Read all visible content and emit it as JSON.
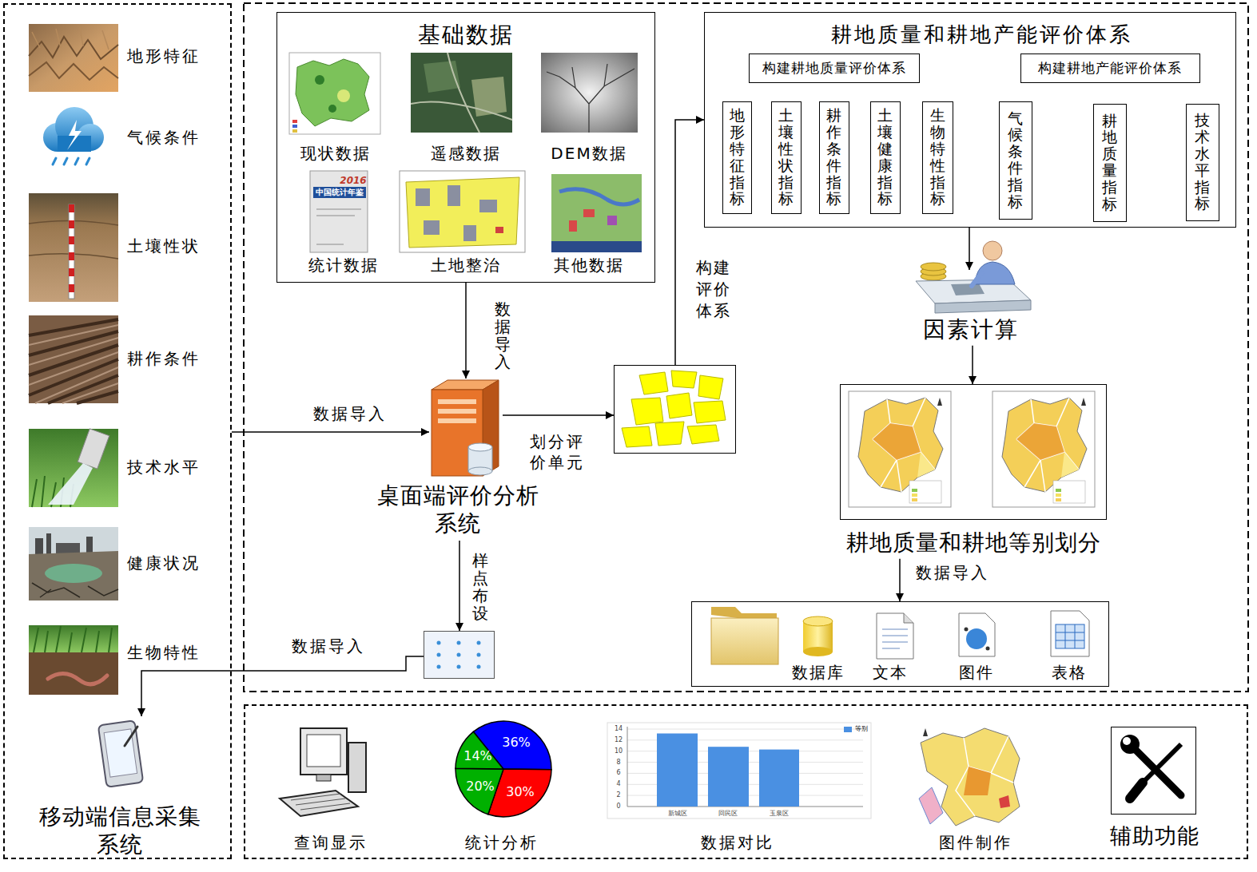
{
  "diagram": {
    "nodes": [
      {
        "text": [
          "地形特征",
          "气候条件",
          "土壤性状",
          "耕作条件",
          "技术水平",
          "健康状况",
          "生物特性"
        ]
      },
      {
        "text": [
          "移动端信息采集系统"
        ],
        "in": 0
      },
      {
        "text": [
          "基础数据",
          "现状数据",
          "遥感数据",
          "DEM数据",
          "统计数据",
          "土地整治",
          "其他数据"
        ]
      },
      {
        "text": [
          "桌面端评价分析系统"
        ]
      },
      {
        "text": []
      },
      {
        "text": [
          "耕地质量和耕地产能评价体系"
        ]
      },
      {
        "text": [
          "构建耕地质量评价体系"
        ],
        "in": 5
      },
      {
        "text": [
          "构建耕地产能评价体系"
        ],
        "in": 5
      },
      {
        "text": [
          "地形特征指标"
        ],
        "in": 5
      },
      {
        "text": [
          "土壤性状指标"
        ],
        "in": 5
      },
      {
        "text": [
          "耕作条件指标"
        ],
        "in": 5
      },
      {
        "text": [
          "土壤健康指标"
        ],
        "in": 5
      },
      {
        "text": [
          "生物特性指标"
        ],
        "in": 5
      },
      {
        "text": [
          "气候条件指标"
        ],
        "in": 5
      },
      {
        "text": [
          "耕地质量指标"
        ],
        "in": 5
      },
      {
        "text": [
          "技术水平指标"
        ],
        "in": 5
      },
      {
        "text": [
          "因素计算"
        ]
      },
      {
        "text": [
          "耕地质量和耕地等别划分"
        ]
      },
      {
        "text": [
          "数据库",
          "文本",
          "图件",
          "表格"
        ]
      },
      {
        "text": []
      },
      {
        "text": [
          "查询显示",
          "统计分析",
          "数据对比",
          "图件制作"
        ]
      },
      {
        "text": [
          "辅助功能"
        ],
        "in": 20
      }
    ],
    "edges": [
      {
        "from": 0,
        "to": 3,
        "label": "数据导入",
        "arrow": "to"
      },
      {
        "from": 2,
        "to": 3,
        "label": "数据导入",
        "arrow": "to"
      },
      {
        "from": 3,
        "to": 4,
        "label": "划分评价单元",
        "arrow": "to"
      },
      {
        "from": 4,
        "to": 5,
        "label": "构建评价体系",
        "arrow": "to"
      },
      {
        "from": 5,
        "to": 16,
        "arrow": "to"
      },
      {
        "from": 16,
        "to": 17,
        "arrow": "to"
      },
      {
        "from": 3,
        "to": 19,
        "label": "样点布设",
        "arrow": "to"
      },
      {
        "from": 19,
        "to": 1,
        "label": "数据导入",
        "arrow": "to"
      },
      {
        "from": 17,
        "to": 18,
        "label": "数据导入",
        "arrow": "to"
      }
    ],
    "labels": [
      "2016",
      "中国统计年鉴",
      "36%",
      "14%",
      "20%",
      "30%",
      "14",
      "12",
      "10",
      "8",
      "6",
      "4",
      "2",
      "0",
      "新城区",
      "回民区",
      "玉泉区"
    ],
    "legend": [
      {
        "text": "等别",
        "color": "#4a90e2"
      }
    ]
  }
}
